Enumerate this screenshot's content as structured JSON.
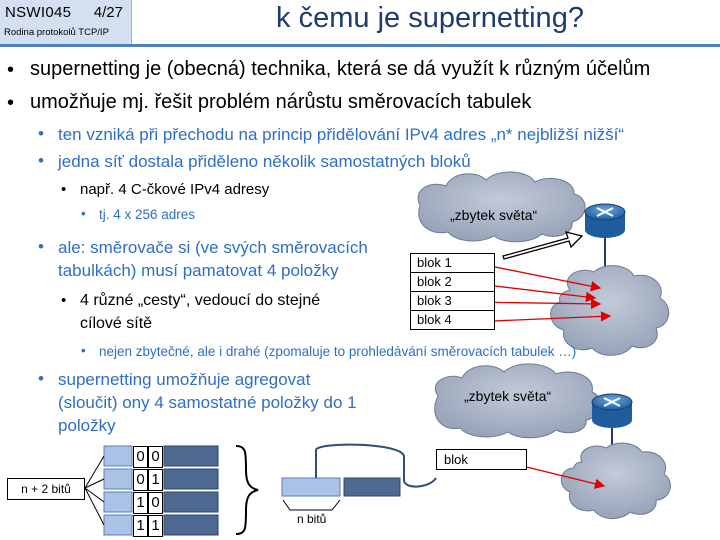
{
  "header": {
    "course_code": "NSWI045",
    "slide_number": "4/27",
    "subtitle": "Rodina protokolů TCP/IP",
    "title": "k čemu je supernetting?"
  },
  "bullets": {
    "b1": "supernetting je (obecná) technika, která se dá využít k různým účelům",
    "b2": "umožňuje mj. řešit problém nárůstu směrovacích tabulek",
    "b2_1": "ten vzniká při přechodu na princip přidělování IPv4 adres „n* nejbližší nižší“",
    "b2_2": "jedna síť dostala přiděleno několik samostatných bloků",
    "b2_2_1": "např. 4 C-čkové IPv4 adresy",
    "b2_2_1_1": "tj. 4 x 256 adres",
    "b2_3_line1": "ale: směrovače si (ve svých směrovacích",
    "b2_3_line2": "tabulkách) musí pamatovat 4 položky",
    "b2_3_1_line1": "4 různé „cesty“, vedoucí do stejné",
    "b2_3_1_line2": "cílové sítě",
    "b2_3_1_1": "nejen zbytečné, ale i drahé (zpomaluje to prohledávání směrovacích tabulek …)",
    "b2_4_line1": "supernetting umožňuje agregovat",
    "b2_4_line2": "(sloučit) ony 4 samostatné položky do 1",
    "b2_4_line3": "položky"
  },
  "diagram": {
    "rest_of_world_label": "„zbytek světa“",
    "table_entries": [
      "blok 1",
      "blok 2",
      "blok 3",
      "blok 4"
    ],
    "aggregated_entry": "blok",
    "prefix_bits": [
      [
        "0",
        "0"
      ],
      [
        "0",
        "1"
      ],
      [
        "1",
        "0"
      ],
      [
        "1",
        "1"
      ]
    ],
    "n_plus_2_label": "n + 2 bitů",
    "n_label": "n bitů",
    "icons": [
      "cloud-icon",
      "router-icon",
      "arrow-icon",
      "brace-icon"
    ]
  },
  "colors": {
    "accent": "#4f81bd",
    "header_bg": "#d4e0f2",
    "title": "#1f3a70",
    "sub_bullet": "#2e6ec8",
    "cloud": "#a8b4c8",
    "arrow_red": "#e00000",
    "network_link": "#1f3a70"
  }
}
